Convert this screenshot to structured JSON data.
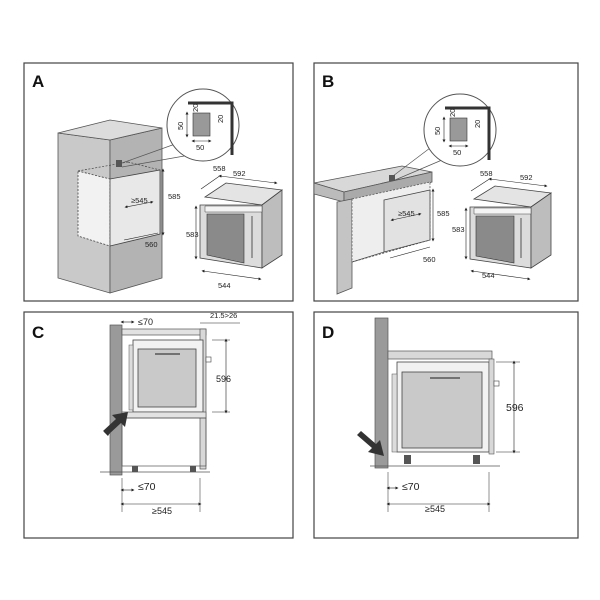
{
  "panels": [
    {
      "letter": "A",
      "labels": {
        "zoom_20a": "20",
        "zoom_20b": "20",
        "zoom_50v": "50",
        "zoom_50h": "50",
        "cab_545": "≥545",
        "cab_585": "585",
        "cab_560": "560",
        "ov_558": "558",
        "ov_592": "592",
        "ov_583": "583",
        "ov_544": "544"
      }
    },
    {
      "letter": "B",
      "labels": {
        "zoom_20a": "20",
        "zoom_20b": "20",
        "zoom_50v": "50",
        "zoom_50h": "50",
        "cab_545": "≥545",
        "cab_585": "585",
        "cab_560": "560",
        "ov_558": "558",
        "ov_592": "592",
        "ov_583": "583",
        "ov_544": "544"
      }
    },
    {
      "letter": "C",
      "labels": {
        "top_70": "≤70",
        "top_gap": "21.5>26",
        "h_596": "596",
        "bot_70": "≤70",
        "bot_545": "≥545"
      }
    },
    {
      "letter": "D",
      "labels": {
        "h_596": "596",
        "bot_70": "≤70",
        "bot_545": "≥545"
      }
    }
  ]
}
